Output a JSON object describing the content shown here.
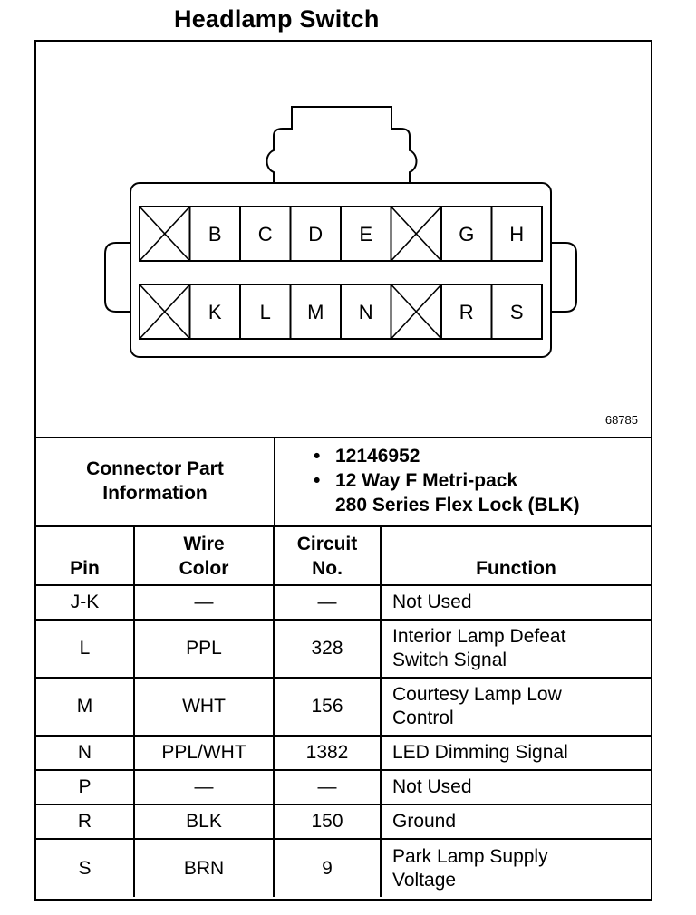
{
  "title": "Headlamp Switch",
  "figure_id": "68785",
  "connector": {
    "top_row": [
      "",
      "B",
      "C",
      "D",
      "E",
      "",
      "G",
      "H"
    ],
    "bottom_row": [
      "",
      "K",
      "L",
      "M",
      "N",
      "",
      "R",
      "S"
    ]
  },
  "part_info": {
    "label_lines": [
      "Connector Part",
      "Information"
    ],
    "items": [
      [
        "12146952"
      ],
      [
        "12 Way F Metri-pack",
        "280 Series Flex Lock (BLK)"
      ]
    ]
  },
  "table": {
    "headers": {
      "pin": [
        "Pin"
      ],
      "wire_color": [
        "Wire",
        "Color"
      ],
      "circuit": [
        "Circuit",
        "No."
      ],
      "function": [
        "Function"
      ]
    },
    "rows": [
      {
        "pin": "J-K",
        "color": "—",
        "circuit": "—",
        "function": [
          "Not Used"
        ]
      },
      {
        "pin": "L",
        "color": "PPL",
        "circuit": "328",
        "function": [
          "Interior Lamp Defeat",
          "Switch Signal"
        ]
      },
      {
        "pin": "M",
        "color": "WHT",
        "circuit": "156",
        "function": [
          "Courtesy Lamp Low",
          "Control"
        ]
      },
      {
        "pin": "N",
        "color": "PPL/WHT",
        "circuit": "1382",
        "function": [
          "LED Dimming Signal"
        ]
      },
      {
        "pin": "P",
        "color": "—",
        "circuit": "—",
        "function": [
          "Not Used"
        ]
      },
      {
        "pin": "R",
        "color": "BLK",
        "circuit": "150",
        "function": [
          "Ground"
        ]
      },
      {
        "pin": "S",
        "color": "BRN",
        "circuit": "9",
        "function": [
          "Park Lamp Supply",
          "Voltage"
        ]
      }
    ]
  }
}
